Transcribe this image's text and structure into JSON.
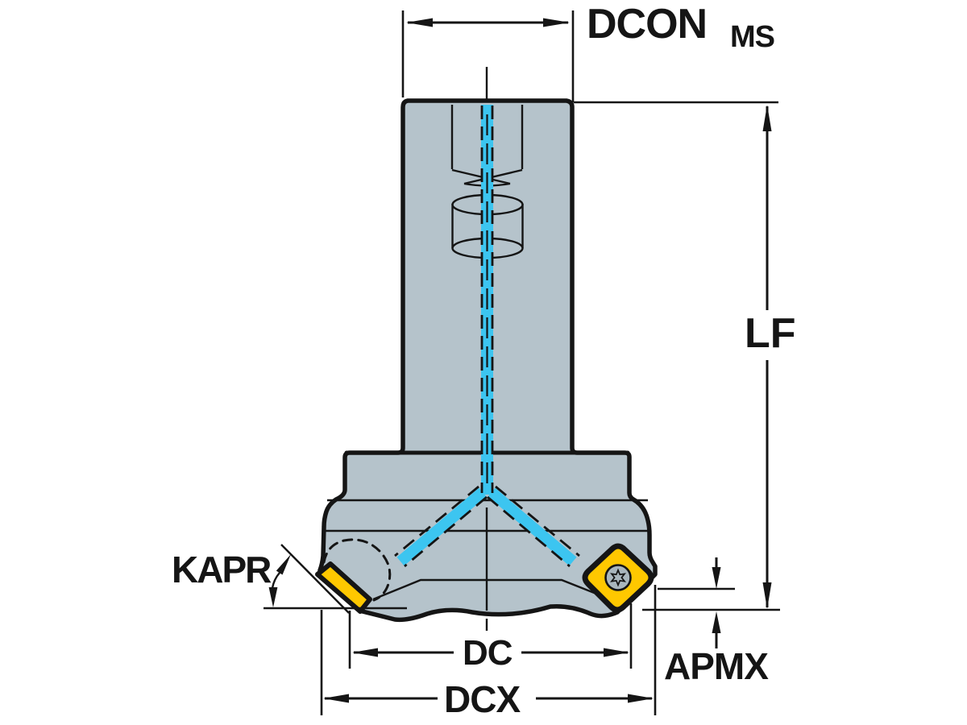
{
  "diagram": {
    "type": "technical-drawing",
    "subject": "Indexable face milling cutter with coolant channels, side view with dimension callouts",
    "labels": {
      "dcon": "DCON",
      "dcon_sub": "MS",
      "lf": "LF",
      "kapr": "KAPR",
      "dc": "DC",
      "dcx": "DCX",
      "apmx": "APMX"
    },
    "colors": {
      "bg": "#ffffff",
      "body": "#b5c3cb",
      "outline": "#151515",
      "coolant": "#3cc5f0",
      "insert": "#ffc800",
      "screw": "#a9b6bd"
    }
  }
}
